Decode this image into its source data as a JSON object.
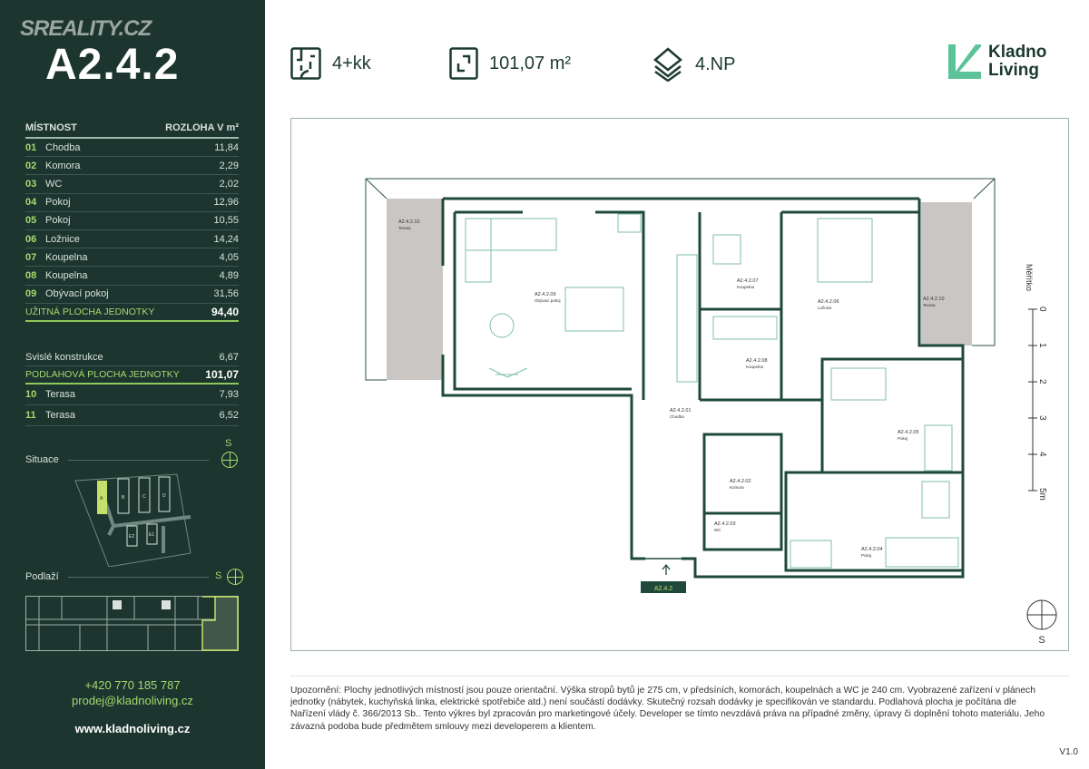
{
  "watermark": "SREALITY.CZ",
  "unit_code": "A2.4.2",
  "table": {
    "header_room": "MÍSTNOST",
    "header_area": "ROZLOHA V m²",
    "rooms": [
      {
        "num": "01",
        "name": "Chodba",
        "area": "11,84"
      },
      {
        "num": "02",
        "name": "Komora",
        "area": "2,29"
      },
      {
        "num": "03",
        "name": "WC",
        "area": "2,02"
      },
      {
        "num": "04",
        "name": "Pokoj",
        "area": "12,96"
      },
      {
        "num": "05",
        "name": "Pokoj",
        "area": "10,55"
      },
      {
        "num": "06",
        "name": "Ložnice",
        "area": "14,24"
      },
      {
        "num": "07",
        "name": "Koupelna",
        "area": "4,05"
      },
      {
        "num": "08",
        "name": "Koupelna",
        "area": "4,89"
      },
      {
        "num": "09",
        "name": "Obývací pokoj",
        "area": "31,56"
      }
    ],
    "usable_label": "UŽITNÁ PLOCHA JEDNOTKY",
    "usable_value": "94,40",
    "vertical_label": "Svislé konstrukce",
    "vertical_value": "6,67",
    "floor_label": "PODLAHOVÁ PLOCHA JEDNOTKY",
    "floor_value": "101,07",
    "terraces": [
      {
        "num": "10",
        "name": "Terasa",
        "area": "7,93"
      },
      {
        "num": "11",
        "name": "Terasa",
        "area": "6,52"
      }
    ]
  },
  "situace": {
    "label": "Situace",
    "north": "S",
    "buildings": [
      "A",
      "B",
      "C",
      "D",
      "E2",
      "E1"
    ]
  },
  "podlazi": {
    "label": "Podlaží",
    "north": "S"
  },
  "contact": {
    "phone": "+420 770 185 787",
    "email": "prodej@kladnoliving.cz",
    "web": "www.kladnoliving.cz"
  },
  "header": {
    "layout": "4+kk",
    "area": "101,07 m²",
    "floor": "4.NP"
  },
  "brand": {
    "line1": "Kladno",
    "line2": "Living"
  },
  "colors": {
    "sidebar": "#1c352f",
    "accent": "#a5d96e",
    "brand": "#5cc398"
  },
  "plan": {
    "rooms": [
      {
        "code": "A2.4.2.10",
        "name": "Terasa"
      },
      {
        "code": "A2.4.2.09",
        "name": "Obývací pokoj"
      },
      {
        "code": "A2.4.2.07",
        "name": "Koupelna"
      },
      {
        "code": "A2.4.2.06",
        "name": "Ložnice"
      },
      {
        "code": "A2.4.2.10",
        "name": "Terasa"
      },
      {
        "code": "A2.4.2.08",
        "name": "Koupelna"
      },
      {
        "code": "A2.4.2.01",
        "name": "Chodba"
      },
      {
        "code": "A2.4.2.05",
        "name": "Pokoj"
      },
      {
        "code": "A2.4.2.02",
        "name": "Komora"
      },
      {
        "code": "A2.4.2.03",
        "name": "WC"
      },
      {
        "code": "A2.4.2.04",
        "name": "Pokoj"
      }
    ],
    "entrance_badge": "A2.4.2",
    "scale_label": "Měřítko",
    "scale_ticks": [
      "0",
      "1",
      "2",
      "3",
      "4",
      "5m"
    ],
    "north": "S"
  },
  "disclaimer": "Upozornění: Plochy jednotlivých místností jsou pouze orientační. Výška stropů bytů je 275 cm, v předsíních, komorách, koupelnách a WC je 240 cm. Vyobrazené zařízení v plánech jednotky (nábytek, kuchyňská linka, elektrické spotřebiče atd.) není součástí dodávky. Skutečný rozsah dodávky je specifikován ve standardu. Podlahová plocha je počítána dle Nařízení vlády č. 366/2013 Sb.. Tento výkres byl zpracován pro marketingové účely. Developer se tímto nevzdává práva na případné změny, úpravy či doplnění tohoto materiálu. Jeho závazná podoba bude předmětem smlouvy mezi developerem a klientem.",
  "version": "V1.0"
}
